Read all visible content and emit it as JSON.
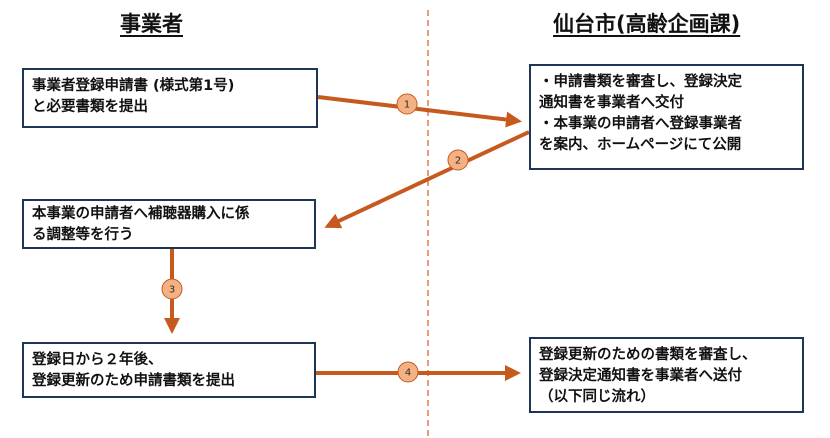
{
  "headings": {
    "left": "事業者",
    "right": "仙台市(高齢企画課)"
  },
  "boxes": {
    "apply": [
      "事業者登録申請書 (様式第1号)",
      "と必要書類を提出"
    ],
    "review": [
      "・申請書類を審査し、登録決定",
      "通知書を事業者へ交付",
      "・本事業の申請者へ登録事業者",
      "を案内、ホームページにて公開"
    ],
    "adjust": [
      "本事業の申請者へ補聴器購入に係",
      "る調整等を行う"
    ],
    "renew": [
      "登録日から２年後、",
      "登録更新のため申請書類を提出"
    ],
    "renew_review": [
      "登録更新のための書類を審査し、",
      "登録決定通知書を事業者へ送付",
      "（以下同じ流れ）"
    ]
  },
  "steps": [
    "1",
    "2",
    "3",
    "4"
  ],
  "colors": {
    "arrow": "#c65a1e",
    "badge_fill": "#f4b183",
    "divider": "#e07a4a",
    "box_border": "#1e3656"
  }
}
